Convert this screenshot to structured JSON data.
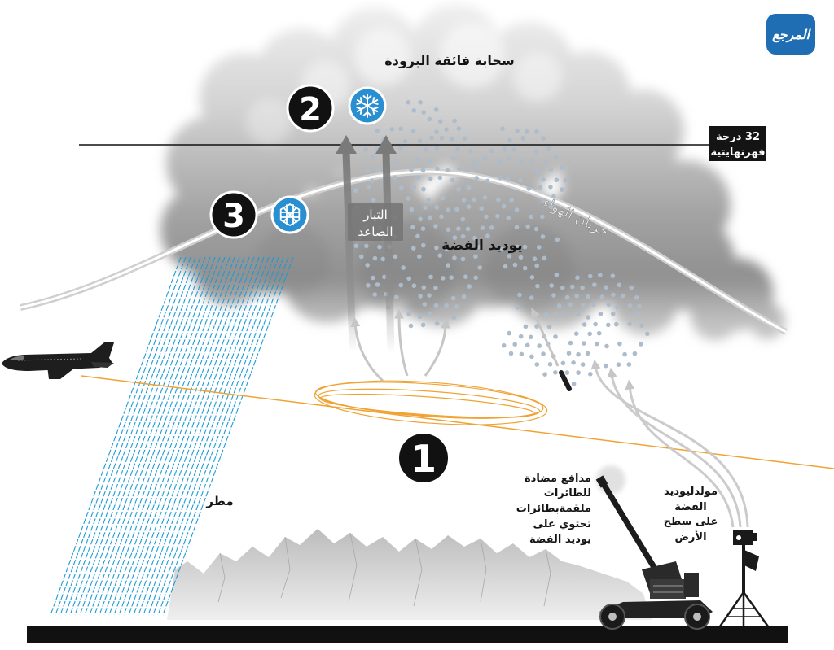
{
  "logo": {
    "text": "المرجع"
  },
  "cloud": {
    "label": "سحابة فائقة البرودة"
  },
  "freezing_level": {
    "line1": "32 درجة",
    "line2": "فهرنهايتية"
  },
  "air_flow": {
    "label": "جريان الهواء"
  },
  "updraft": {
    "line1": "التيار",
    "line2": "الصاعد"
  },
  "silver_iodide": {
    "label": "يوديد الفضة"
  },
  "rain": {
    "label": "مطر"
  },
  "steps": [
    {
      "number": "1"
    },
    {
      "number": "2",
      "icon": "snowflake-icon"
    },
    {
      "number": "3",
      "icon": "ice-crystal-icon"
    }
  ],
  "cannon_label": {
    "lines": [
      "مدافع مضادة",
      "للطائرات",
      "ملقمةبطائرات",
      "تحتوي على",
      "يوديد الفضة"
    ]
  },
  "generator_label": {
    "lines": [
      "مولدليوديد",
      "الفضة",
      "على سطح",
      "الأرض"
    ]
  },
  "icons": [
    "airplane-icon",
    "anti-aircraft-gun-icon",
    "ground-generator-icon",
    "snowflake-icon",
    "ice-crystal-icon"
  ],
  "colors": {
    "rain": "#1e9ad6",
    "flight_path": "#f0a232",
    "snowflake_badge": "#2a8fd0",
    "logo": "#1f6db3",
    "particles": "#adbccb"
  }
}
